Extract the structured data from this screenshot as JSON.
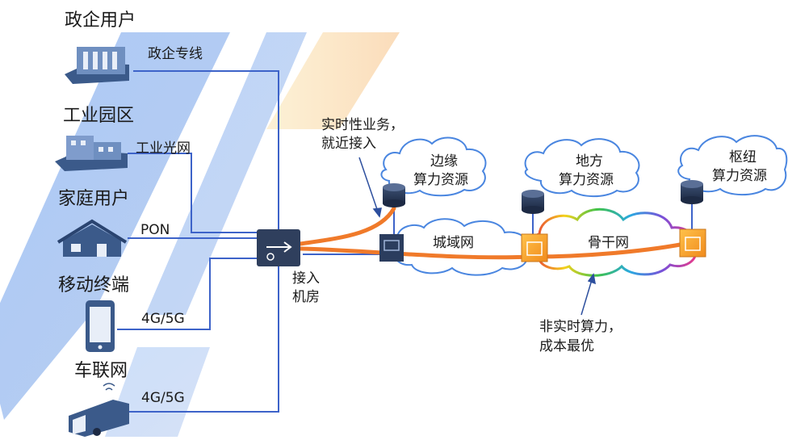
{
  "users": {
    "gov": {
      "title": "政企用户",
      "link": "政企专线",
      "icon": "office-building-icon"
    },
    "park": {
      "title": "工业园区",
      "link": "工业光网",
      "icon": "factory-building-icon"
    },
    "home": {
      "title": "家庭用户",
      "link": "PON",
      "icon": "house-icon"
    },
    "mobile": {
      "title": "移动终端",
      "link": "4G/5G",
      "icon": "smartphone-icon"
    },
    "vehicle": {
      "title": "车联网",
      "link": "4G/5G",
      "icon": "truck-icon"
    }
  },
  "access_room": {
    "line1": "接入",
    "line2": "机房",
    "icon": "access-switch-icon"
  },
  "networks": {
    "metro": "城域网",
    "backbone": "骨干网"
  },
  "compute": {
    "edge": {
      "line1": "边缘",
      "line2": "算力资源"
    },
    "local": {
      "line1": "地方",
      "line2": "算力资源"
    },
    "hub": {
      "line1": "枢纽",
      "line2": "算力资源"
    }
  },
  "annotations": {
    "realtime_line1": "实时性业务，",
    "realtime_line2": "就近接入",
    "nonrealtime_line1": "非实时算力，",
    "nonrealtime_line2": "成本最优"
  },
  "colors": {
    "link_blue": "#3d63c9",
    "orange_flow": "#f07a2a",
    "cloud_stroke": "#4a86e0",
    "watermark": "#5a8fe8",
    "router_dark": "#24344f",
    "switch_orange": "#f5a623"
  }
}
